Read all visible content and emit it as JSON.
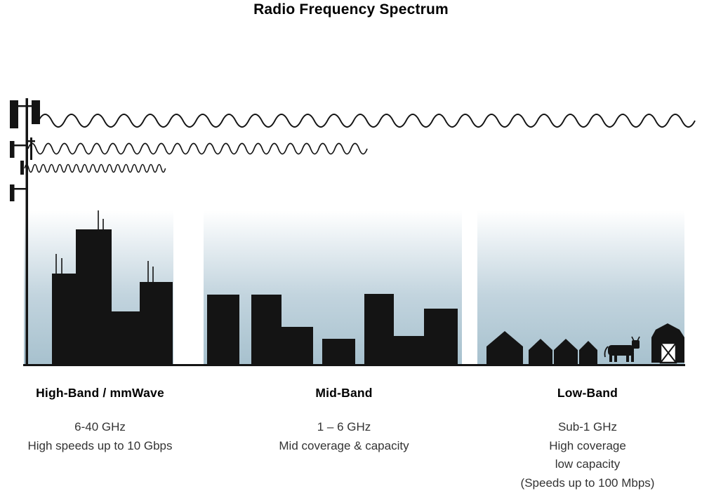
{
  "title": "Radio Frequency Spectrum",
  "bands": [
    {
      "name": "High-Band / mmWave",
      "lines": [
        "6-40 GHz",
        "High speeds up to 10 Gbps"
      ]
    },
    {
      "name": "Mid-Band",
      "lines": [
        "1 – 6 GHz",
        "Mid coverage & capacity"
      ]
    },
    {
      "name": "Low-Band",
      "lines": [
        "Sub-1 GHz",
        "High coverage",
        "low capacity",
        "(Speeds up to 100 Mbps)"
      ]
    }
  ],
  "icons": [
    "cell-tower-icon",
    "low-band-wave",
    "mid-band-wave",
    "high-band-wave",
    "skyscraper-silhouettes",
    "mid-building-silhouettes",
    "house-silhouettes",
    "cow-icon",
    "barn-icon"
  ],
  "colors": {
    "silhouette": "#141414",
    "sky_top": "#ffffff",
    "sky_mid": "#c2d4de",
    "sky_bottom": "#a7c1ce"
  }
}
